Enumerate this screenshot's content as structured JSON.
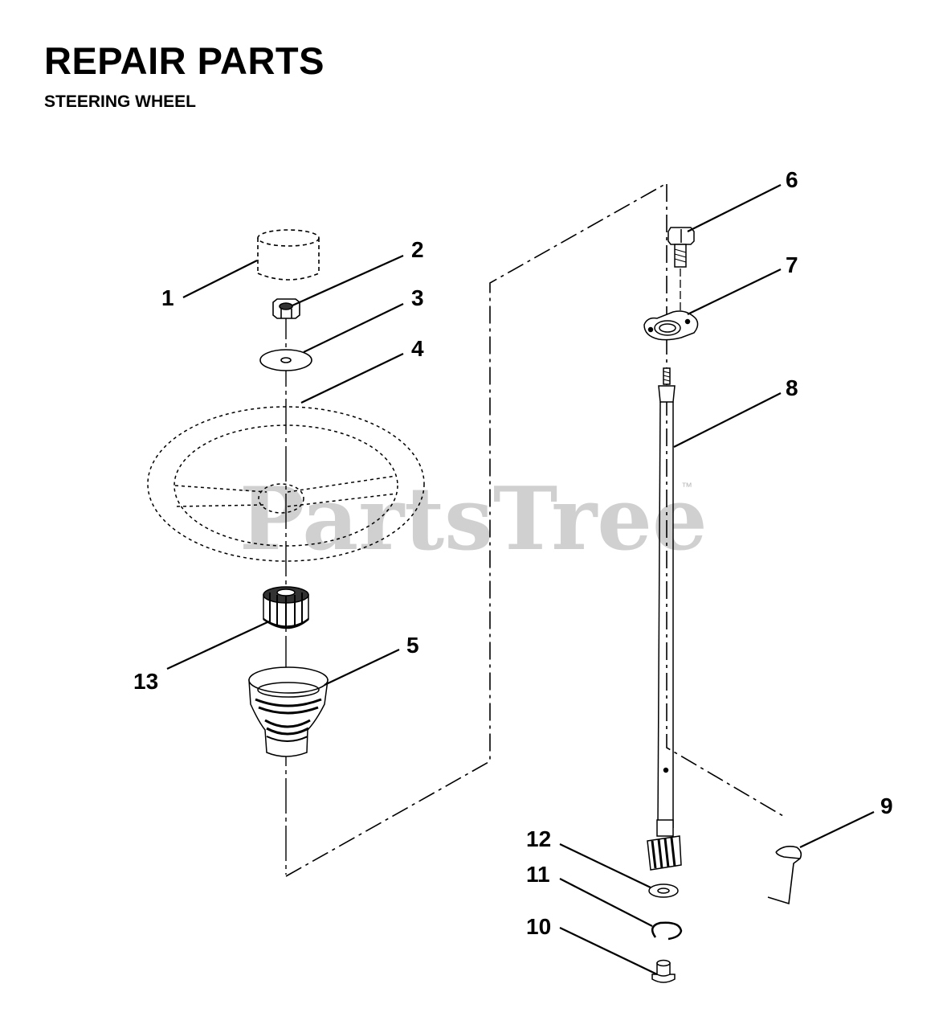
{
  "header": {
    "title": "REPAIR PARTS",
    "subtitle": "STEERING WHEEL"
  },
  "watermark": {
    "text": "PartsTree",
    "trademark": "™"
  },
  "callouts": [
    {
      "label": "1"
    },
    {
      "label": "2"
    },
    {
      "label": "3"
    },
    {
      "label": "4"
    },
    {
      "label": "5"
    },
    {
      "label": "6"
    },
    {
      "label": "7"
    },
    {
      "label": "8"
    },
    {
      "label": "9"
    },
    {
      "label": "10"
    },
    {
      "label": "11"
    },
    {
      "label": "12"
    },
    {
      "label": "13"
    }
  ]
}
